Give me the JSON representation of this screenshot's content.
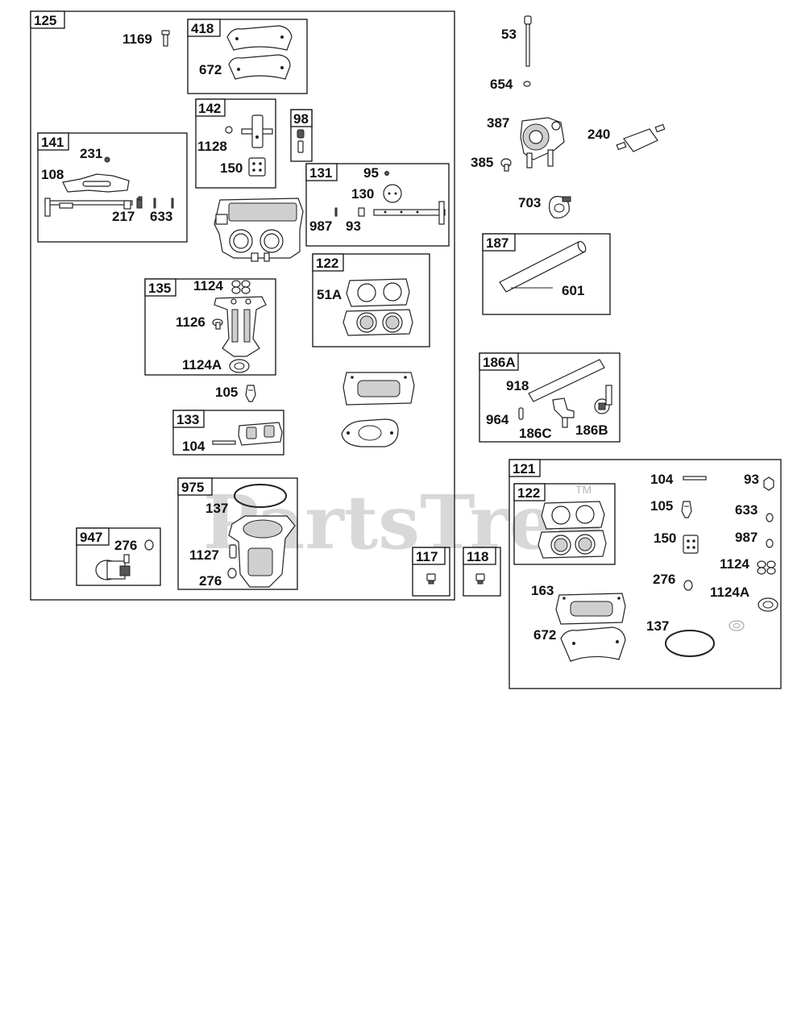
{
  "watermark": {
    "text": "PartsTree",
    "mark": "TM"
  },
  "groups": {
    "g125": "125",
    "g418": "418",
    "g142": "142",
    "g98": "98",
    "g141": "141",
    "g131": "131",
    "g122a": "122",
    "g135": "135",
    "g133": "133",
    "g975": "975",
    "g947": "947",
    "g117": "117",
    "g118": "118",
    "g187": "187",
    "g186A": "186A",
    "g121": "121",
    "g122b": "122"
  },
  "parts": {
    "p1169": "1169",
    "p672a": "672",
    "p1128": "1128",
    "p150a": "150",
    "p231": "231",
    "p108": "108",
    "p217": "217",
    "p633a": "633",
    "p95": "95",
    "p130": "130",
    "p987a": "987",
    "p93a": "93",
    "p51A": "51A",
    "p1124a": "1124",
    "p1126": "1126",
    "p1124Aa": "1124A",
    "p105a": "105",
    "p104a": "104",
    "p137a": "137",
    "p1127": "1127",
    "p276a": "276",
    "p276b": "276",
    "p53": "53",
    "p654": "654",
    "p387": "387",
    "p240": "240",
    "p385": "385",
    "p703": "703",
    "p601": "601",
    "p918": "918",
    "p964": "964",
    "p186C": "186C",
    "p186B": "186B",
    "p104b": "104",
    "p93b": "93",
    "p105b": "105",
    "p633b": "633",
    "p150b": "150",
    "p987b": "987",
    "p1124b": "1124",
    "p276c": "276",
    "p1124Ab": "1124A",
    "p163": "163",
    "p672b": "672",
    "p137b": "137"
  }
}
